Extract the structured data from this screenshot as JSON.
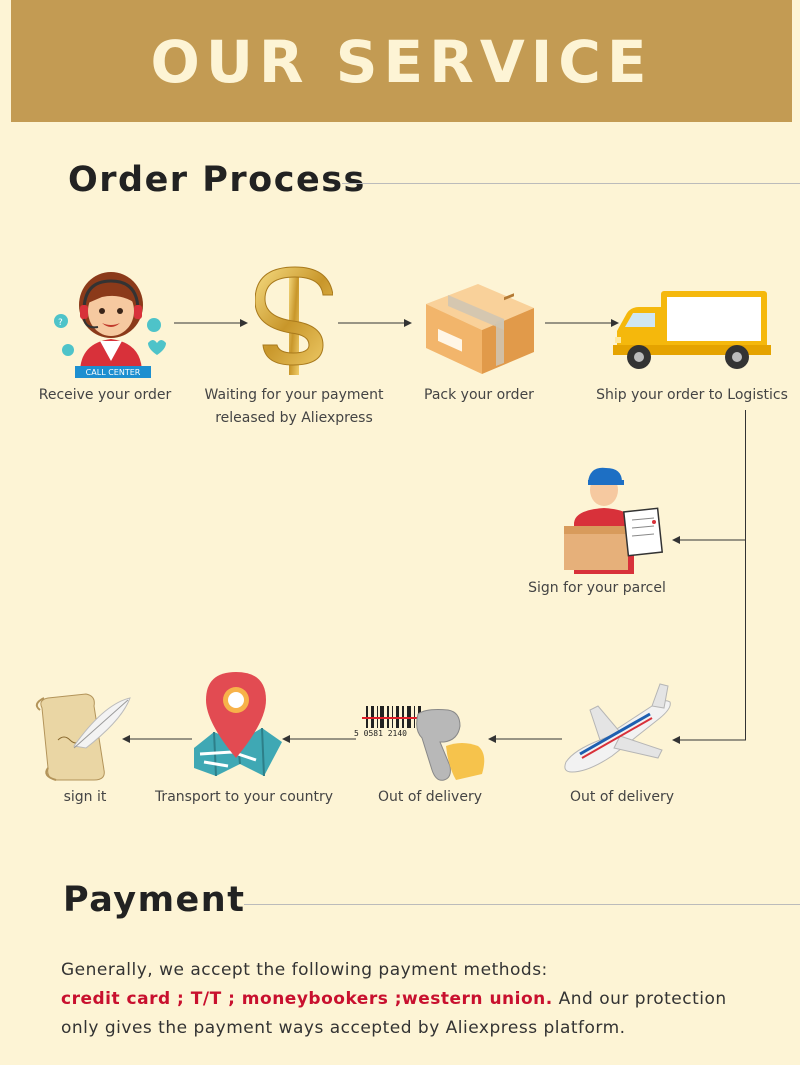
{
  "banner": {
    "title": "OUR SERVICE"
  },
  "order_process": {
    "title": "Order Process",
    "steps": [
      {
        "label": "Receive your order",
        "icon": "call-center-icon",
        "badge": "CALL CENTER"
      },
      {
        "label_line1": "Waiting for your payment",
        "label_line2": "released by Aliexpress",
        "icon": "dollar-icon"
      },
      {
        "label": "Pack your order",
        "icon": "package-box-icon"
      },
      {
        "label": "Ship your order to Logistics",
        "icon": "delivery-truck-icon"
      },
      {
        "label": "Sign  for your parcel",
        "icon": "courier-with-clipboard-icon"
      },
      {
        "label": "Out of delivery",
        "icon": "airplane-icon"
      },
      {
        "label": "Out of delivery",
        "icon": "barcode-scanner-icon",
        "barcode_text": "5 0581 2140"
      },
      {
        "label": "Transport to your country",
        "icon": "map-pin-icon"
      },
      {
        "label": "sign it",
        "icon": "scroll-quill-icon"
      }
    ]
  },
  "payment": {
    "title": "Payment",
    "line1": "Generally, we accept the following payment methods:",
    "methods": "credit card ; T/T ; moneybookers ;western union.",
    "line2_rest": " And our protection",
    "line3": "only gives the payment ways accepted by Aliexpress platform."
  },
  "colors": {
    "background": "#fdf4d5",
    "banner": "#c39b53",
    "highlight": "#c8102e",
    "truck": "#f5b80c"
  }
}
